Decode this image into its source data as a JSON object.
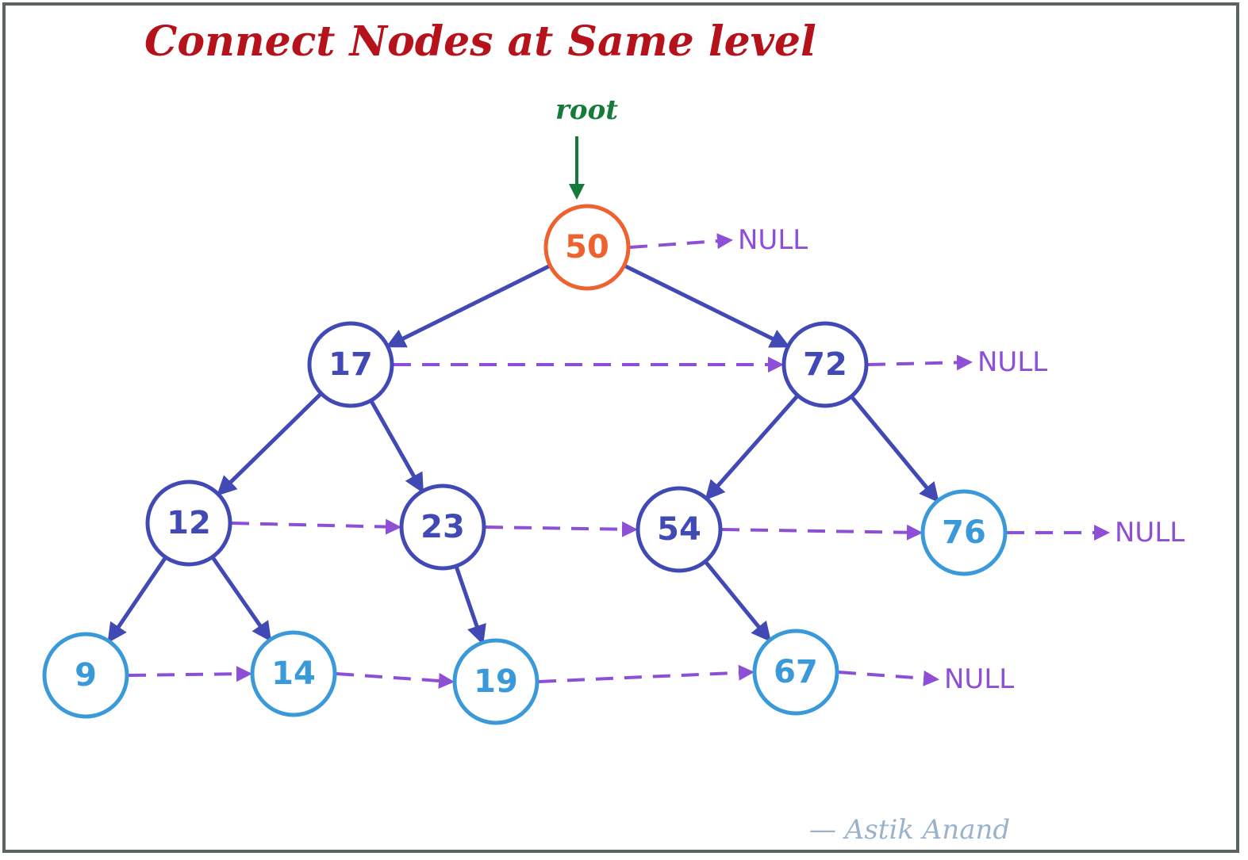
{
  "title": "Connect Nodes at Same level",
  "root_label": "root",
  "author": "— Astik Anand",
  "null_label": "NULL",
  "colors": {
    "title": "#b5121b",
    "root_pointer": "#157a3a",
    "root_node": "#ee6230",
    "internal_node": "#4149b5",
    "leaf_node": "#3a9ad9",
    "next_pointer": "#8c4fd6",
    "tree_edge": "#4149b5"
  },
  "nodes": [
    {
      "id": "n50",
      "label": "50",
      "kind": "root"
    },
    {
      "id": "n17",
      "label": "17",
      "kind": "internal"
    },
    {
      "id": "n72",
      "label": "72",
      "kind": "internal"
    },
    {
      "id": "n12",
      "label": "12",
      "kind": "internal"
    },
    {
      "id": "n23",
      "label": "23",
      "kind": "internal"
    },
    {
      "id": "n54",
      "label": "54",
      "kind": "internal"
    },
    {
      "id": "n76",
      "label": "76",
      "kind": "leaf"
    },
    {
      "id": "n9",
      "label": "9",
      "kind": "leaf"
    },
    {
      "id": "n14",
      "label": "14",
      "kind": "leaf"
    },
    {
      "id": "n19",
      "label": "19",
      "kind": "leaf"
    },
    {
      "id": "n67",
      "label": "67",
      "kind": "leaf"
    }
  ],
  "tree_edges": [
    {
      "from": "n50",
      "to": "n17"
    },
    {
      "from": "n50",
      "to": "n72"
    },
    {
      "from": "n17",
      "to": "n12"
    },
    {
      "from": "n17",
      "to": "n23"
    },
    {
      "from": "n72",
      "to": "n54"
    },
    {
      "from": "n72",
      "to": "n76"
    },
    {
      "from": "n12",
      "to": "n9"
    },
    {
      "from": "n12",
      "to": "n14"
    },
    {
      "from": "n23",
      "to": "n19"
    },
    {
      "from": "n54",
      "to": "n67"
    }
  ],
  "next_pointers": [
    {
      "from": "n50",
      "to": "NULL"
    },
    {
      "from": "n17",
      "to": "n72"
    },
    {
      "from": "n72",
      "to": "NULL"
    },
    {
      "from": "n12",
      "to": "n23"
    },
    {
      "from": "n23",
      "to": "n54"
    },
    {
      "from": "n54",
      "to": "n76"
    },
    {
      "from": "n76",
      "to": "NULL"
    },
    {
      "from": "n9",
      "to": "n14"
    },
    {
      "from": "n14",
      "to": "n19"
    },
    {
      "from": "n19",
      "to": "n67"
    },
    {
      "from": "n67",
      "to": "NULL"
    }
  ]
}
